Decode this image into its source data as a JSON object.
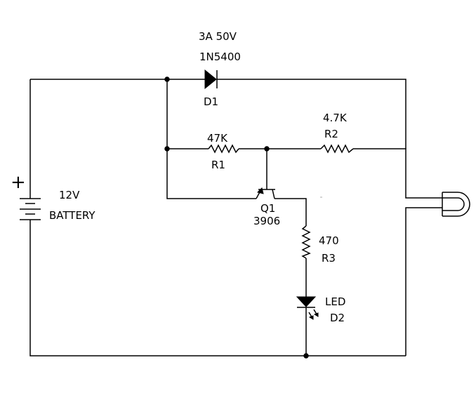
{
  "battery": {
    "polarity": "+",
    "voltage": "12V",
    "name": "BATTERY"
  },
  "d1": {
    "rating": "3A 50V",
    "part": "1N5400",
    "ref": "D1"
  },
  "r1": {
    "value": "47K",
    "ref": "R1"
  },
  "r2": {
    "value": "4.7K",
    "ref": "R2"
  },
  "q1": {
    "ref": "Q1",
    "part": "3906"
  },
  "r3": {
    "value": "470",
    "ref": "R3"
  },
  "d2": {
    "type": "LED",
    "ref": "D2"
  }
}
